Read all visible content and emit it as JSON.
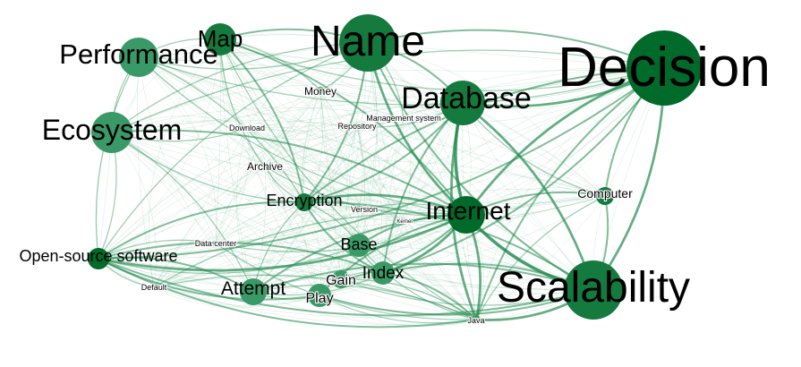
{
  "colors": {
    "background": "#ffffff",
    "edge": "#1f8a4c",
    "node_dark": "#006a2a",
    "node_mid": "#157a3e",
    "node_light": "#3a9a67",
    "label": "#000000"
  },
  "nodes": [
    {
      "id": "decision",
      "label": "Decision",
      "shade": "node_dark"
    },
    {
      "id": "name",
      "label": "Name",
      "shade": "node_mid"
    },
    {
      "id": "scalability",
      "label": "Scalability",
      "shade": "node_mid"
    },
    {
      "id": "database",
      "label": "Database",
      "shade": "node_mid"
    },
    {
      "id": "internet",
      "label": "Internet",
      "shade": "node_dark"
    },
    {
      "id": "performance",
      "label": "Performance",
      "shade": "node_light"
    },
    {
      "id": "ecosystem",
      "label": "Ecosystem",
      "shade": "node_light"
    },
    {
      "id": "map",
      "label": "Map",
      "shade": "node_mid"
    },
    {
      "id": "open-source-software",
      "label": "Open-source software",
      "shade": "node_dark"
    },
    {
      "id": "attempt",
      "label": "Attempt",
      "shade": "node_light"
    },
    {
      "id": "encryption",
      "label": "Encryption",
      "shade": "node_mid"
    },
    {
      "id": "index",
      "label": "Index",
      "shade": "node_light"
    },
    {
      "id": "base",
      "label": "Base",
      "shade": "node_light"
    },
    {
      "id": "gain",
      "label": "Gain",
      "shade": "node_light"
    },
    {
      "id": "play",
      "label": "Play",
      "shade": "node_light"
    },
    {
      "id": "computer",
      "label": "Computer",
      "shade": "node_mid"
    },
    {
      "id": "money",
      "label": "Money",
      "shade": "node_light"
    },
    {
      "id": "archive",
      "label": "Archive",
      "shade": "node_light"
    },
    {
      "id": "management-system",
      "label": "Management system",
      "shade": "node_light"
    },
    {
      "id": "repository",
      "label": "Repository",
      "shade": "node_light"
    },
    {
      "id": "download",
      "label": "Download",
      "shade": "node_light"
    },
    {
      "id": "version",
      "label": "Version",
      "shade": "node_light"
    },
    {
      "id": "data-center",
      "label": "Data center",
      "shade": "node_light"
    },
    {
      "id": "default",
      "label": "Default",
      "shade": "node_light"
    },
    {
      "id": "java",
      "label": "Java",
      "shade": "node_light"
    },
    {
      "id": "kernel",
      "label": "Kernel",
      "shade": "node_light"
    }
  ],
  "edges": [
    [
      "decision",
      "name",
      2
    ],
    [
      "decision",
      "database",
      3
    ],
    [
      "decision",
      "internet",
      3
    ],
    [
      "decision",
      "scalability",
      3
    ],
    [
      "decision",
      "computer",
      2
    ],
    [
      "decision",
      "performance",
      1
    ],
    [
      "decision",
      "ecosystem",
      1
    ],
    [
      "decision",
      "open-source-software",
      2
    ],
    [
      "decision",
      "encryption",
      2
    ],
    [
      "decision",
      "map",
      1
    ],
    [
      "decision",
      "java",
      2
    ],
    [
      "decision",
      "index",
      2
    ],
    [
      "name",
      "internet",
      3
    ],
    [
      "name",
      "database",
      2
    ],
    [
      "name",
      "map",
      2
    ],
    [
      "name",
      "performance",
      1
    ],
    [
      "name",
      "ecosystem",
      1
    ],
    [
      "name",
      "encryption",
      2
    ],
    [
      "name",
      "scalability",
      2
    ],
    [
      "name",
      "money",
      1
    ],
    [
      "name",
      "open-source-software",
      1
    ],
    [
      "name",
      "management-system",
      1
    ],
    [
      "database",
      "internet",
      4
    ],
    [
      "database",
      "scalability",
      3
    ],
    [
      "database",
      "java",
      3
    ],
    [
      "database",
      "encryption",
      2
    ],
    [
      "database",
      "index",
      2
    ],
    [
      "database",
      "repository",
      1
    ],
    [
      "internet",
      "scalability",
      4
    ],
    [
      "internet",
      "java",
      3
    ],
    [
      "internet",
      "encryption",
      3
    ],
    [
      "internet",
      "open-source-software",
      3
    ],
    [
      "internet",
      "attempt",
      2
    ],
    [
      "internet",
      "index",
      3
    ],
    [
      "internet",
      "base",
      2
    ],
    [
      "internet",
      "gain",
      2
    ],
    [
      "internet",
      "play",
      2
    ],
    [
      "internet",
      "computer",
      2
    ],
    [
      "internet",
      "map",
      2
    ],
    [
      "internet",
      "performance",
      1
    ],
    [
      "internet",
      "ecosystem",
      2
    ],
    [
      "internet",
      "archive",
      1
    ],
    [
      "internet",
      "version",
      1
    ],
    [
      "internet",
      "data-center",
      1
    ],
    [
      "internet",
      "default",
      1
    ],
    [
      "scalability",
      "java",
      3
    ],
    [
      "scalability",
      "index",
      2
    ],
    [
      "scalability",
      "open-source-software",
      2
    ],
    [
      "scalability",
      "attempt",
      2
    ],
    [
      "scalability",
      "play",
      2
    ],
    [
      "scalability",
      "computer",
      2
    ],
    [
      "scalability",
      "gain",
      1
    ],
    [
      "scalability",
      "encryption",
      2
    ],
    [
      "open-source-software",
      "attempt",
      2
    ],
    [
      "open-source-software",
      "play",
      2
    ],
    [
      "open-source-software",
      "encryption",
      2
    ],
    [
      "open-source-software",
      "default",
      1
    ],
    [
      "open-source-software",
      "data-center",
      1
    ],
    [
      "open-source-software",
      "ecosystem",
      1
    ],
    [
      "open-source-software",
      "performance",
      1
    ],
    [
      "open-source-software",
      "java",
      2
    ],
    [
      "open-source-software",
      "index",
      2
    ],
    [
      "open-source-software",
      "base",
      1
    ],
    [
      "performance",
      "map",
      1
    ],
    [
      "performance",
      "ecosystem",
      1
    ],
    [
      "performance",
      "encryption",
      1
    ],
    [
      "ecosystem",
      "encryption",
      1
    ],
    [
      "ecosystem",
      "attempt",
      1
    ],
    [
      "ecosystem",
      "download",
      1
    ],
    [
      "map",
      "encryption",
      2
    ],
    [
      "map",
      "archive",
      1
    ],
    [
      "map",
      "money",
      1
    ],
    [
      "map",
      "java",
      1
    ],
    [
      "encryption",
      "base",
      1
    ],
    [
      "encryption",
      "index",
      2
    ],
    [
      "encryption",
      "version",
      1
    ],
    [
      "encryption",
      "attempt",
      1
    ],
    [
      "encryption",
      "archive",
      1
    ],
    [
      "attempt",
      "play",
      1
    ],
    [
      "attempt",
      "java",
      1
    ],
    [
      "attempt",
      "index",
      1
    ],
    [
      "index",
      "java",
      2
    ],
    [
      "index",
      "gain",
      1
    ],
    [
      "index",
      "base",
      1
    ],
    [
      "computer",
      "java",
      1
    ],
    [
      "computer",
      "database",
      1
    ],
    [
      "play",
      "java",
      1
    ],
    [
      "gain",
      "java",
      1
    ],
    [
      "base",
      "java",
      1
    ],
    [
      "default",
      "java",
      1
    ],
    [
      "data-center",
      "java",
      1
    ]
  ],
  "minor_labels": [
    {
      "id": "m1",
      "text": "Kernel"
    },
    {
      "id": "m2",
      "text": "Version"
    }
  ]
}
